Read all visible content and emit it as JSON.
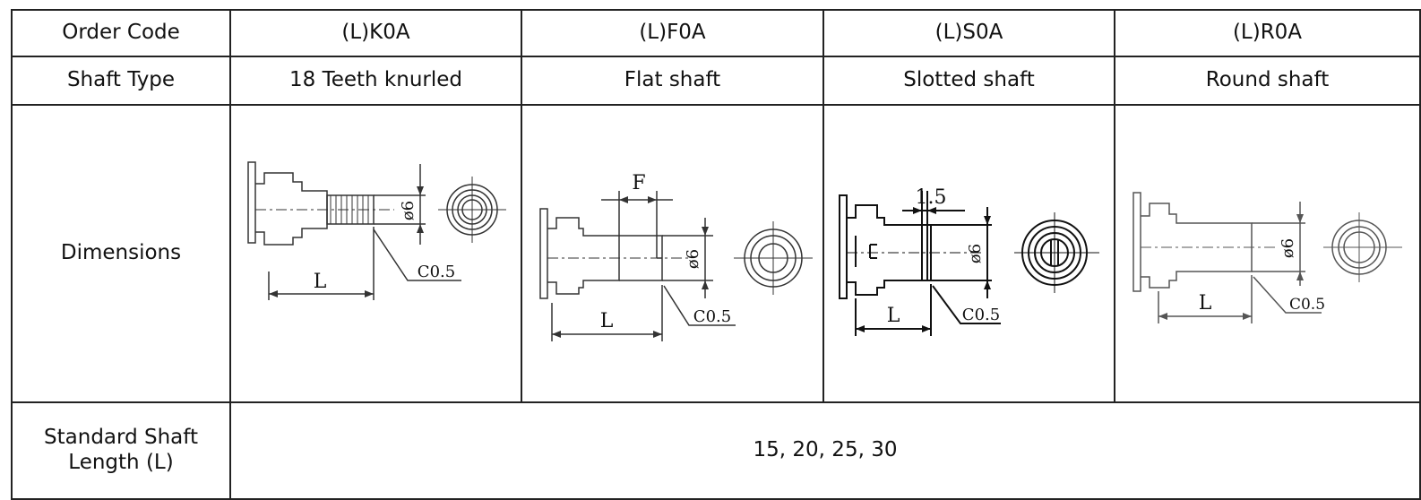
{
  "table": {
    "headers": {
      "order_code": "Order Code",
      "shaft_type": "Shaft Type",
      "dimensions": "Dimensions",
      "standard_length_line1": "Standard Shaft",
      "standard_length_line2": "Length (L)"
    },
    "columns": [
      {
        "order_code": "(L)K0A",
        "shaft_type": "18 Teeth knurled"
      },
      {
        "order_code": "(L)F0A",
        "shaft_type": "Flat shaft"
      },
      {
        "order_code": "(L)S0A",
        "shaft_type": "Slotted shaft"
      },
      {
        "order_code": "(L)R0A",
        "shaft_type": "Round shaft"
      }
    ],
    "standard_length_values": "15, 20, 25, 30"
  },
  "drawings": {
    "knurled": {
      "length_label": "L",
      "diameter_label": "ø6",
      "chamfer_label": "C0.5"
    },
    "flat": {
      "flat_label": "F",
      "length_label": "L",
      "diameter_label": "ø6",
      "chamfer_label": "C0.5"
    },
    "slotted": {
      "slot_label": "1.5",
      "length_label": "L",
      "diameter_label": "ø6",
      "chamfer_label": "C0.5"
    },
    "round": {
      "length_label": "L",
      "diameter_label": "ø6",
      "chamfer_label": "C0.5"
    }
  }
}
